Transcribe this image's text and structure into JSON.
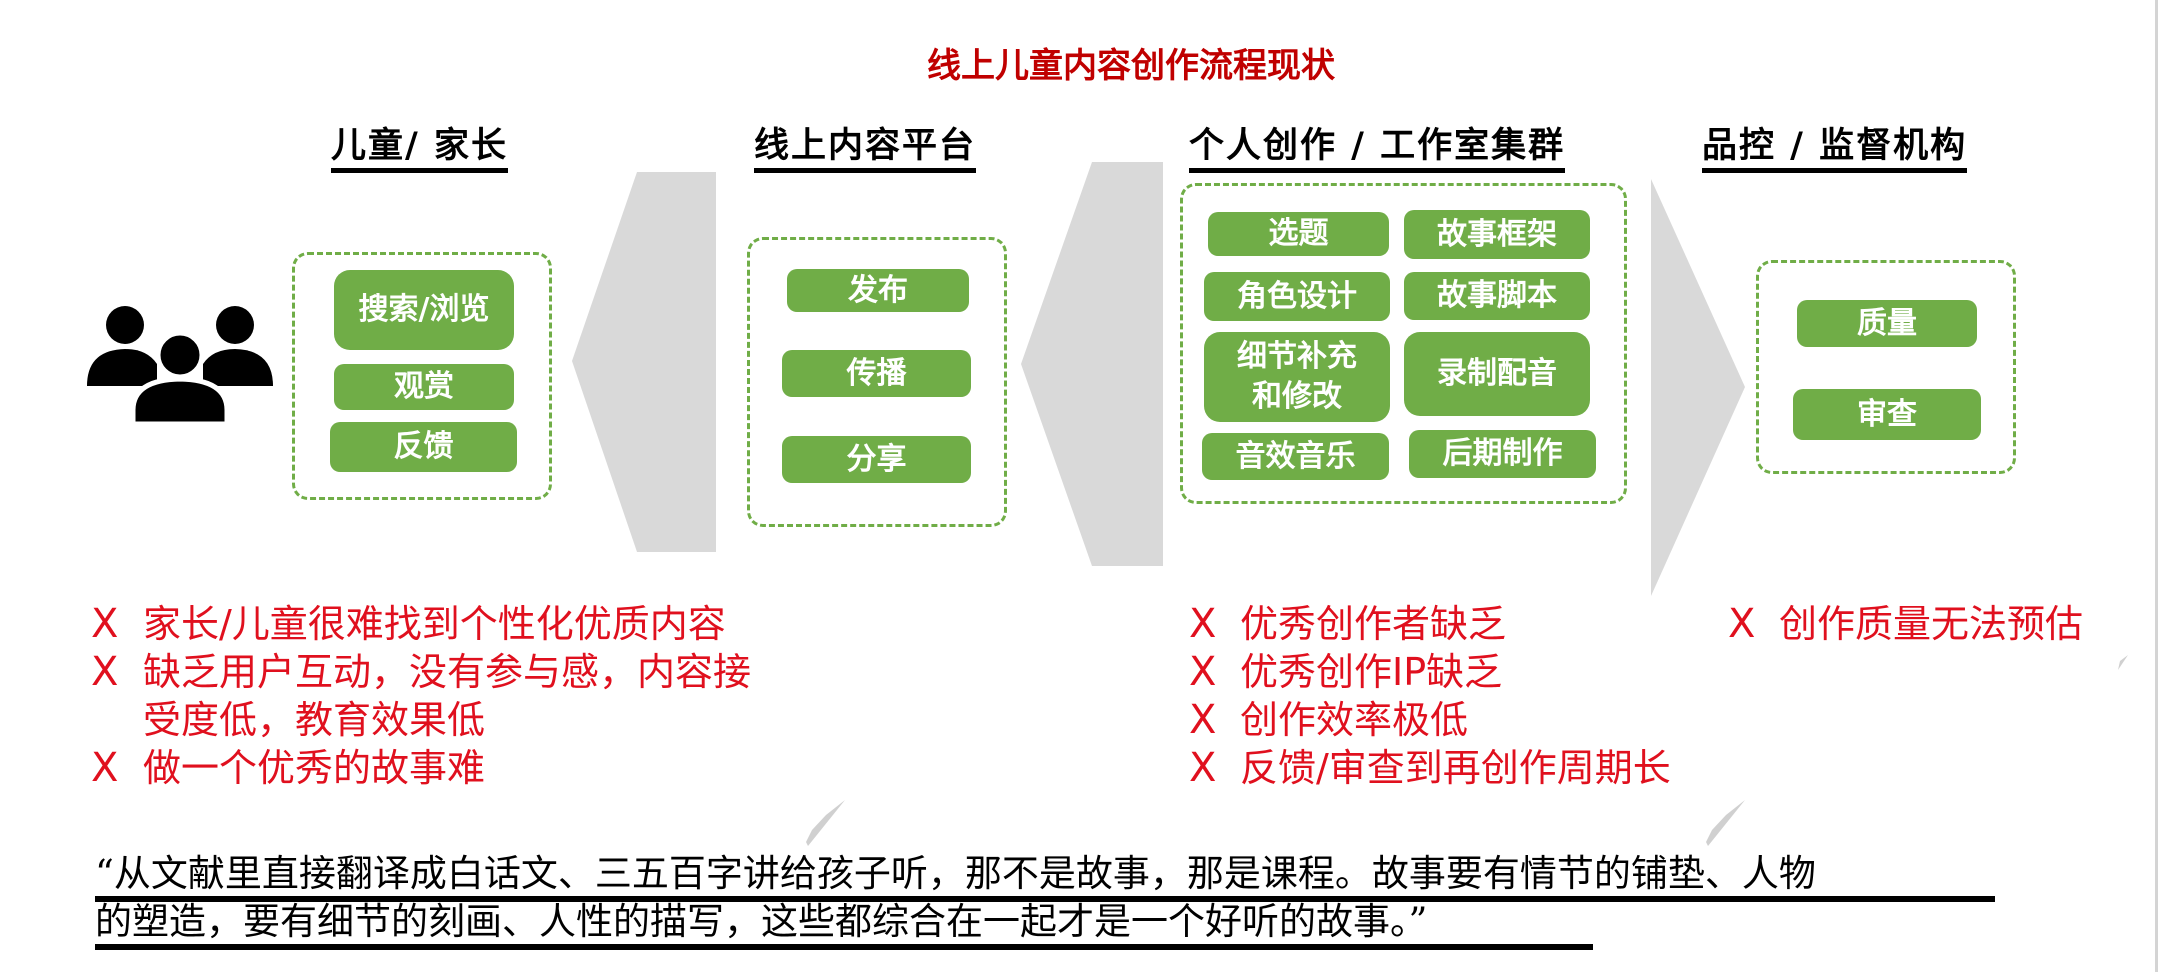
{
  "title": "线上儿童内容创作流程现状",
  "colors": {
    "title": "#C00000",
    "accent_green": "#70AD47",
    "issue_red": "#E0101E",
    "chevron_gray": "#D9D9D9"
  },
  "columns": [
    {
      "header": "儿童/ 家长",
      "icon": "people-group-icon",
      "steps": [
        "搜索/浏览",
        "观赏",
        "反馈"
      ]
    },
    {
      "header": "线上内容平台",
      "steps": [
        "发布",
        "传播",
        "分享"
      ]
    },
    {
      "header": "个人创作 / 工作室集群",
      "steps": [
        "选题",
        "故事框架",
        "角色设计",
        "故事脚本",
        "细节补充和修改",
        "录制配音",
        "音效音乐",
        "后期制作"
      ]
    },
    {
      "header": "品控 / 监督机构",
      "steps": [
        "质量",
        "审查"
      ]
    }
  ],
  "issues": {
    "marker": "X",
    "left": [
      "家长/儿童很难找到个性化优质内容",
      "缺乏用户互动，没有参与感，内容接",
      "受度低，教育效果低",
      "做一个优秀的故事难"
    ],
    "middle": [
      "优秀创作者缺乏",
      "优秀创作IP缺乏",
      "创作效率极低",
      "反馈/审查到再创作周期长"
    ],
    "right": [
      "创作质量无法预估"
    ]
  },
  "quote": {
    "line1": "“从文献里直接翻译成白话文、三五百字讲给孩子听，那不是故事，那是课程。故事要有情节的铺垫、人物",
    "line2": "的塑造，要有细节的刻画、人性的描写，这些都综合在一起才是一个好听的故事。”"
  }
}
